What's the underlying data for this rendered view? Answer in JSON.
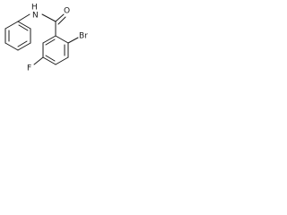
{
  "structure": {
    "atoms": {
      "nh": "H",
      "n": "N",
      "o": "O",
      "br": "Br",
      "f": "F"
    }
  },
  "colors": {
    "bond": "#1a1a1a",
    "background": "#ffffff"
  }
}
